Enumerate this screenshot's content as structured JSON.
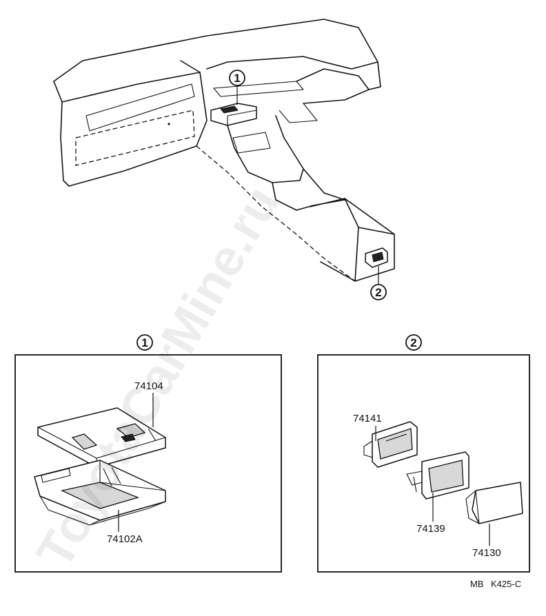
{
  "watermark": "ToyotaCarMine.ru",
  "callouts": {
    "main_1": "1",
    "main_2": "2",
    "box_1": "1",
    "box_2": "2"
  },
  "parts": {
    "p74104": "74104",
    "p74102A": "74102A",
    "p74141": "74141",
    "p74139": "74139",
    "p74130": "74130"
  },
  "footer": {
    "prefix": "MB",
    "code": "K425-C"
  }
}
